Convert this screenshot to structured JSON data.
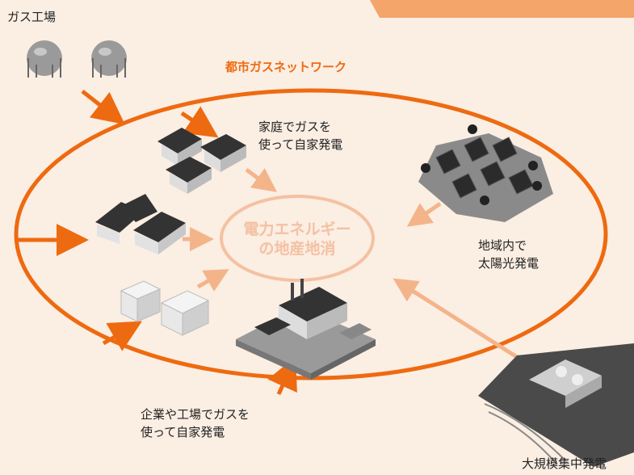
{
  "labels": {
    "gas_plant": "ガス工場",
    "network": "都市ガスネットワーク",
    "homes": [
      "家庭でガスを",
      "使って自家発電"
    ],
    "solar": [
      "地域内で",
      "太陽光発電"
    ],
    "center": [
      "電力エネルギー",
      "の地産地消"
    ],
    "factories": [
      "企業や工場でガスを",
      "使って自家発電"
    ],
    "power_plant": "大規模集中発電"
  },
  "colors": {
    "orange": "#ee6a10",
    "light_orange": "#f4b48a",
    "background": "#fbeee3"
  }
}
